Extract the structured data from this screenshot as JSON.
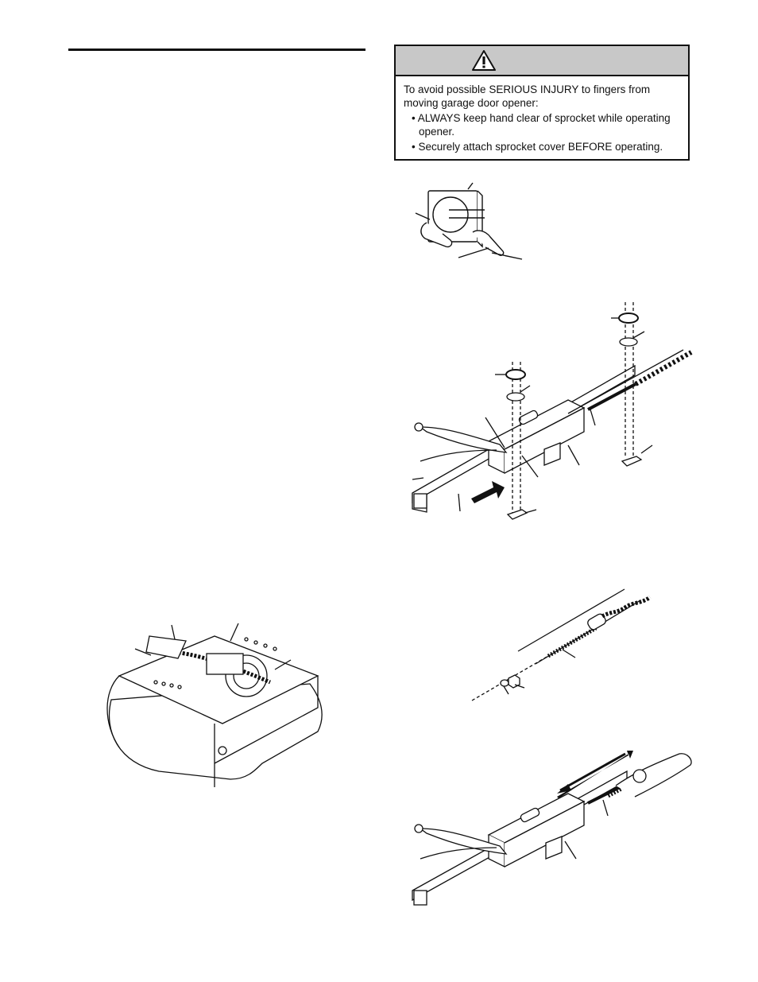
{
  "page": {
    "accent_color": "#c8c8c8",
    "line_color": "#111111"
  },
  "warning": {
    "icon": "warning-triangle-icon",
    "intro": "To avoid possible SERIOUS INJURY to fingers from moving garage door opener:",
    "bullets": [
      "ALWAYS keep hand clear of sprocket while operating opener.",
      "Securely attach sprocket cover BEFORE operating."
    ]
  },
  "figures": [
    {
      "id": "sprocket-cover-removal",
      "icon": "sprocket-cover-illustration"
    },
    {
      "id": "trolley-attachment",
      "icon": "trolley-rail-illustration"
    },
    {
      "id": "threaded-shaft",
      "icon": "threaded-shaft-illustration"
    },
    {
      "id": "opener-sprocket",
      "icon": "opener-head-illustration"
    },
    {
      "id": "trolley-pull",
      "icon": "trolley-pull-illustration"
    }
  ]
}
